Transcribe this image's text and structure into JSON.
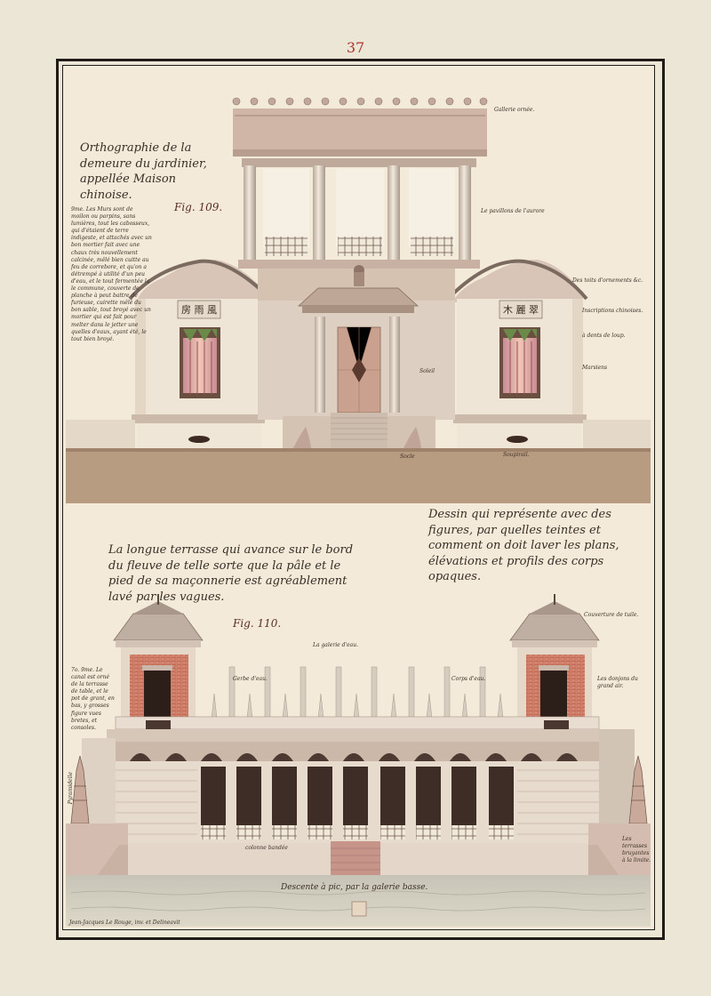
{
  "page_number": "37",
  "fig109": {
    "label": "Fig. 109.",
    "title": "Orthographie de la demeure du jardinier, appellée Maison chinoise.",
    "side_note": "9me. Les Murs sont de moilon ou parpins, sans lumières, tout les cabosseux, qui d'étaient de terre indigeste, et attachés avec un bon mortier fait avec une chaux très nouvellement calcinée, mêlé bien cuitte au feu de correbore, et qu'on a détrempé à utilité d'un peu d'eau, et le tout fermentée la le commune, couverte de planche à peut battre de furieuse, cuirette mêlé du bon sable, tout broyé avec un mortier qui est fait pour melter dans le jetter une quelles d'eaux, ayant été, le tout bien broyé.",
    "annotations": {
      "gallerie": "Gallerie ornée.",
      "pavillons": "Le pavillons de l'aurore",
      "toits": "Des toits d'ornements &c.",
      "inscriptions": "Inscriptions chinoises.",
      "dents": "à dents de loup.",
      "marsiens": "Marsiens",
      "soleil": "Soleil",
      "socle": "Socle",
      "soupirail": "Soupirail."
    }
  },
  "fig110": {
    "label": "Fig. 110.",
    "title": "La longue terrasse qui avance sur le bord du fleuve de telle sorte que la pâle et le pied de sa maçonnerie est agréablement lavé par les vagues.",
    "drawing_note": "Dessin qui représente avec des figures, par quelles teintes et comment on doit laver les plans, élévations et profils des corps opaques.",
    "side_note": "7o. 9me. Le canal est orné de la terrasse de table, et le pot de grant, en bas, y grosses figure vues bretes, et consoles.",
    "annotations": {
      "couverture": "Couverture de tuile.",
      "galerie": "La galerie d'eau.",
      "gerbe": "Gerbe d'eau.",
      "corps": "Corps d'eau.",
      "donjons": "Les donjons du grand air.",
      "colonne": "colonne bandée",
      "descente": "Descente à pic, par la galerie basse.",
      "pierrette": "Pyramidelle",
      "terrasses": "Les terrasses bruyantes à la limite."
    }
  },
  "signature": "Jean-Jacques Le Rouge, inv. et Delineavit"
}
